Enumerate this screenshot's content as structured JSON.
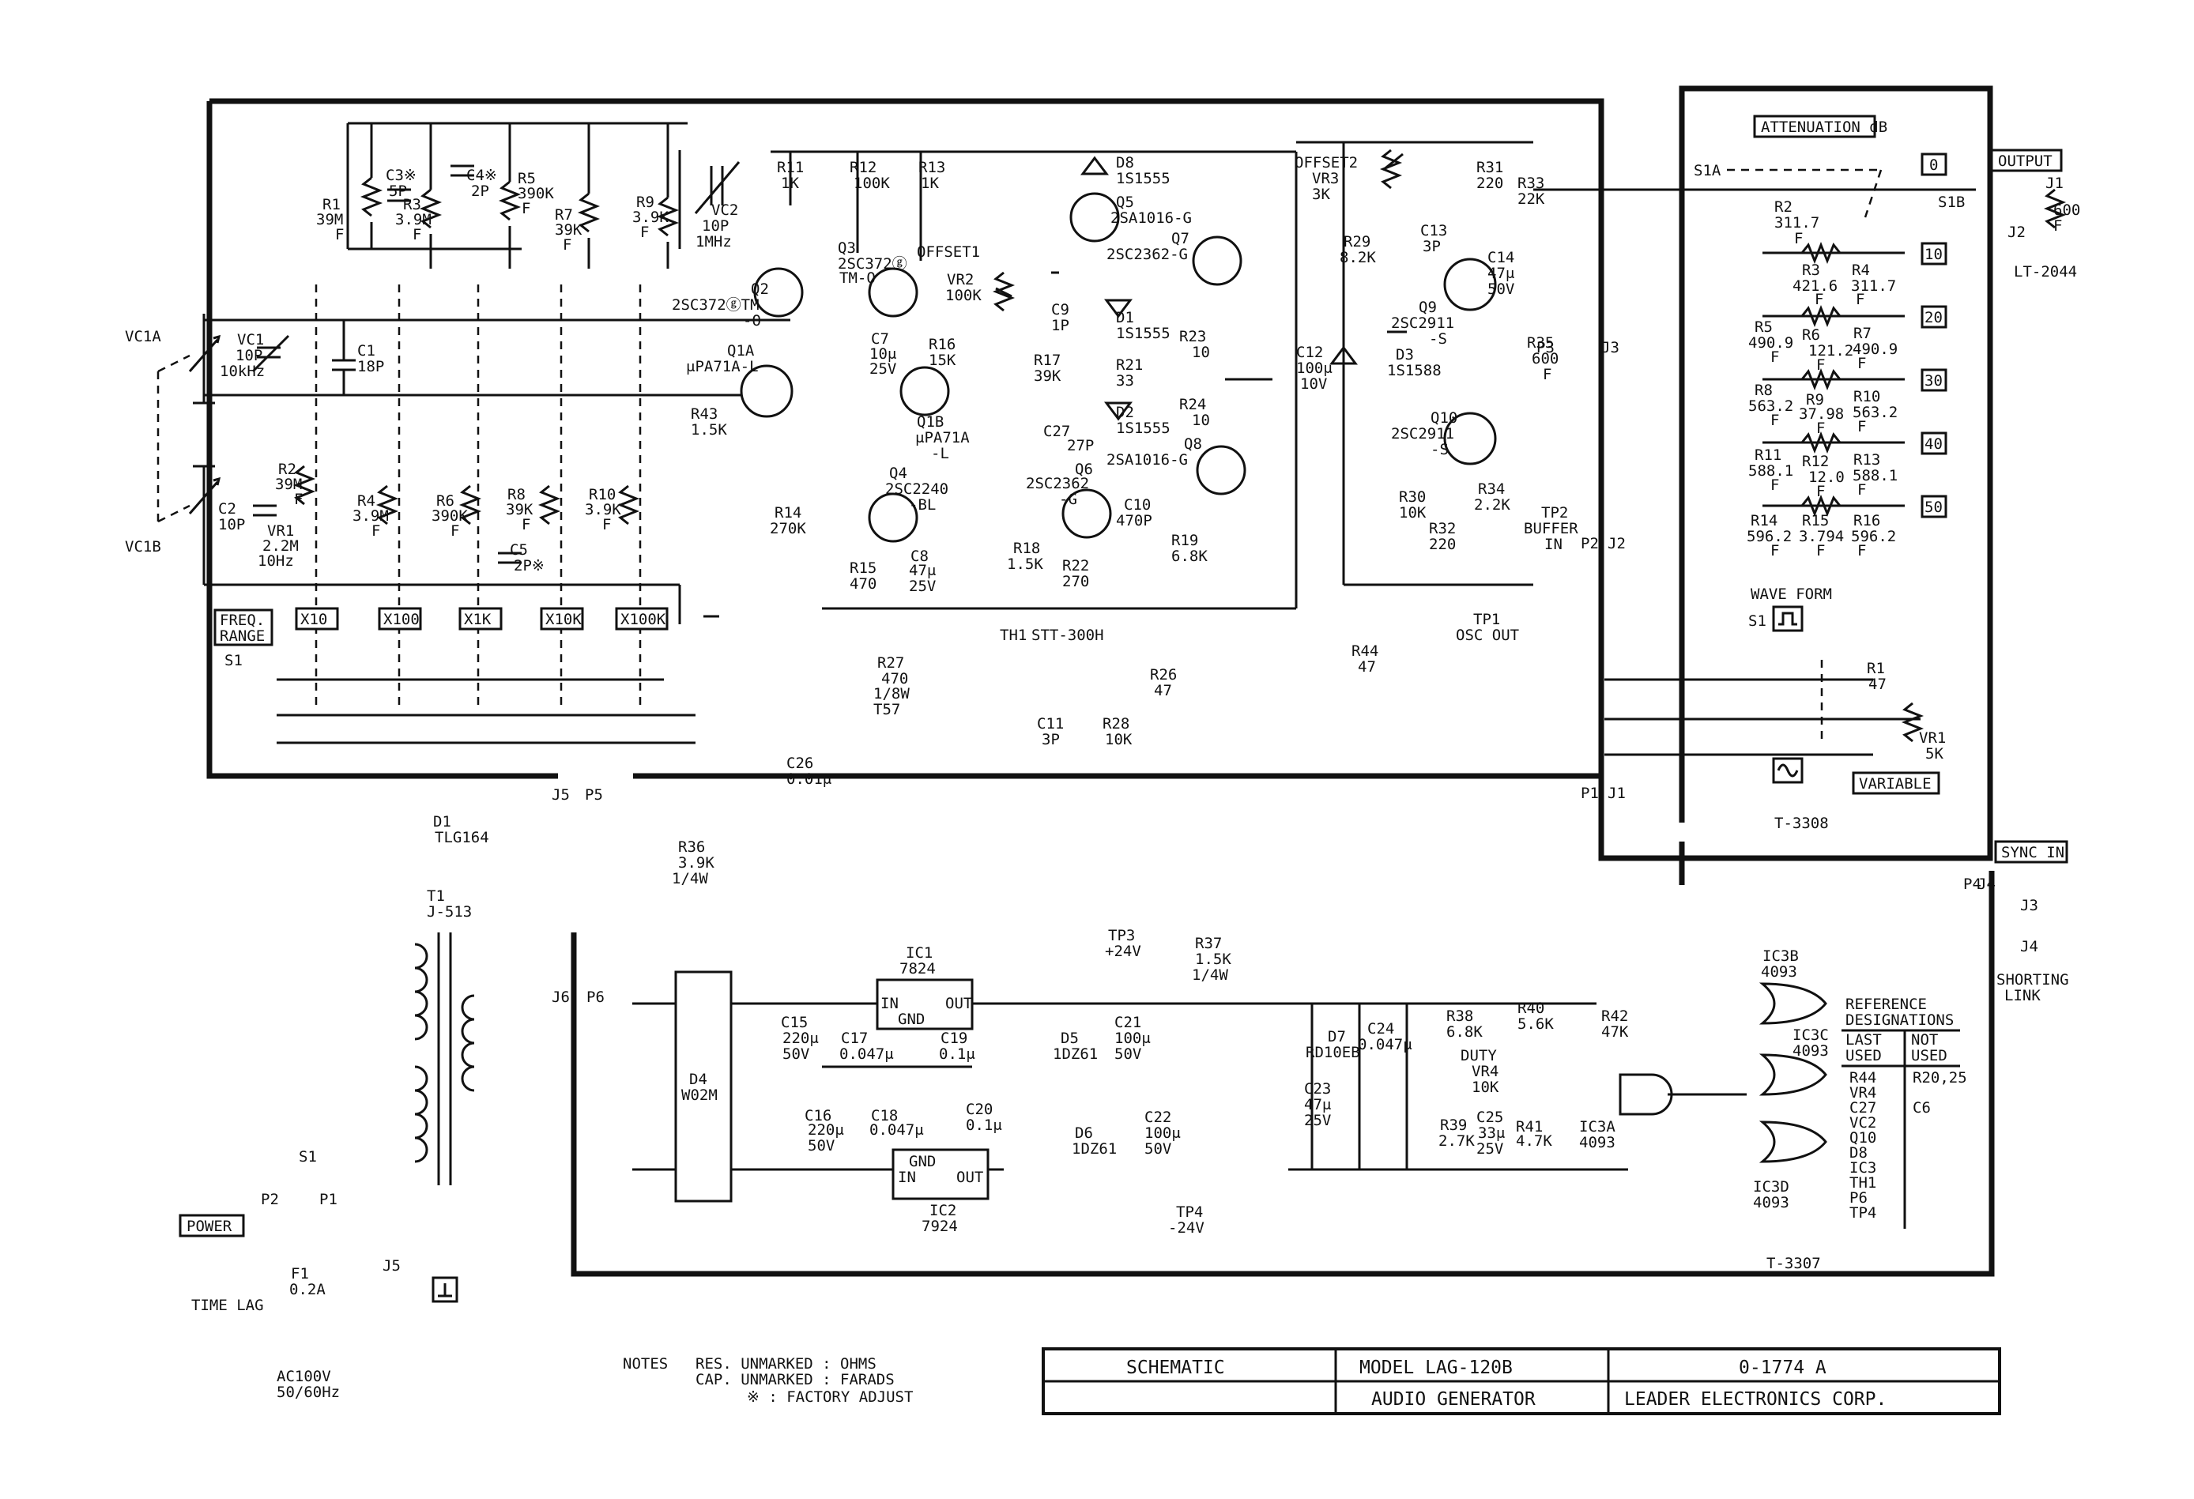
{
  "title_block": {
    "title": "SCHEMATIC",
    "model": "MODEL LAG-120B",
    "doc_number": "0-1774 A",
    "product": "AUDIO GENERATOR",
    "company": "LEADER ELECTRONICS CORP."
  },
  "boards": {
    "main": "T-3307",
    "attenuator": "T-3308"
  },
  "notes": {
    "heading": "NOTES",
    "line1": "RES. UNMARKED : OHMS",
    "line2": "CAP. UNMARKED : FARADS",
    "line3": "※ : FACTORY ADJUST"
  },
  "boxed_labels": {
    "freq_range_1": "FREQ.",
    "freq_range_2": "RANGE",
    "attenuation": "ATTENUATION dB",
    "output": "OUTPUT",
    "wave_form": "WAVE FORM",
    "variable": "VARIABLE",
    "sync_in": "SYNC IN",
    "power": "POWER"
  },
  "range_switches": [
    "X10",
    "X100",
    "X1K",
    "X10K",
    "X100K"
  ],
  "attenuation_steps": [
    "0",
    "10",
    "20",
    "30",
    "40",
    "50"
  ],
  "reference": {
    "title1": "REFERENCE",
    "title2": "DESIGNATIONS",
    "col1a": "LAST",
    "col1b": "USED",
    "col2a": "NOT",
    "col2b": "USED",
    "last_used": [
      "R44",
      "VR4",
      "C27",
      "VC2",
      "Q10",
      "D8",
      "IC3",
      "TH1",
      "P6",
      "TP4"
    ],
    "not_used": [
      "R20,25",
      "C6"
    ]
  },
  "labels": {
    "vc1a": "VC1A",
    "vc1b": "VC1B",
    "vc1": "VC1",
    "vc1v": "10P",
    "vc1f": "10kHz",
    "c1": "C1",
    "c1v": "18P",
    "c2": "C2",
    "c2v": "10P",
    "r1": "R1",
    "r1v": "39M",
    "r1f": "F",
    "c3": "C3※",
    "c3v": "5P",
    "r3": "R3",
    "r3v": "3.9M",
    "r3f": "F",
    "c4": "C4※",
    "c4v": "2P",
    "r5": "R5",
    "r5v": "390K",
    "r5f": "F",
    "r7": "R7",
    "r7v": "39K",
    "r7f": "F",
    "r9": "R9",
    "r9v": "3.9K",
    "r9f": "F",
    "vc2": "VC2",
    "vc2v": "10P",
    "vc2f": "1MHz",
    "r2": "R2",
    "r2v": "39M",
    "r2f": "F",
    "vr1": "VR1",
    "vr1v": "2.2M",
    "vr1f": "10Hz",
    "r4": "R4",
    "r4v": "3.9M",
    "r4f": "F",
    "r6": "R6",
    "r6v": "390K",
    "r6f": "F",
    "r8": "R8",
    "r8v": "39K",
    "r8f": "F",
    "c5": "C5",
    "c5v": "2P※",
    "r10": "R10",
    "r10v": "3.9K",
    "r10f": "F",
    "s1": "S1",
    "r11": "R11",
    "r11v": "1K",
    "r12": "R12",
    "r12v": "100K",
    "r13": "R13",
    "r13v": "1K",
    "q2": "Q2",
    "q2t": "2SC372ⓖTM",
    "q2s": "-O",
    "q3": "Q3",
    "q3t": "2SC372ⓖ",
    "q3s": "TM-O",
    "q1a": "Q1A",
    "q1at": "μPA71A-L",
    "q1b": "Q1B",
    "q1bt": "μPA71A",
    "q1bs": "-L",
    "c7": "C7",
    "c7v": "10μ",
    "c7w": "25V",
    "offset1": "OFFSET1",
    "vr2": "VR2",
    "vr2v": "100K",
    "r16": "R16",
    "r16v": "15K",
    "r43": "R43",
    "r43v": "1.5K",
    "q4": "Q4",
    "q4t": "2SC2240",
    "q4s": "-BL",
    "r14": "R14",
    "r14v": "270K",
    "r15": "R15",
    "r15v": "470",
    "c8": "C8",
    "c8v": "47μ",
    "c8w": "25V",
    "d8": "D8",
    "d8t": "1S1555",
    "q5": "Q5",
    "q5t": "2SA1016-G",
    "q7": "Q7",
    "q7t": "2SC2362-G",
    "c9": "C9",
    "c9v": "1P",
    "d1": "D1",
    "d1t": "1S1555",
    "r17": "R17",
    "r17v": "39K",
    "r21": "R21",
    "r21v": "33",
    "d2": "D2",
    "d2t": "1S1555",
    "c27": "C27",
    "c27v": "27P",
    "q6": "Q6",
    "q6t": "2SC2362",
    "q6s": "-G",
    "q8": "Q8",
    "q8t": "2SA1016-G",
    "r23": "R23",
    "r23v": "10",
    "r24": "R24",
    "r24v": "10",
    "c10": "C10",
    "c10v": "470P",
    "r19": "R19",
    "r19v": "6.8K",
    "r18": "R18",
    "r18v": "1.5K",
    "r22": "R22",
    "r22v": "270",
    "offset2": "OFFSET2",
    "vr3": "VR3",
    "vr3v": "3K",
    "r29": "R29",
    "r29v": "8.2K",
    "r31": "R31",
    "r31v": "220",
    "r33": "R33",
    "r33v": "22K",
    "c13": "C13",
    "c13v": "3P",
    "c14": "C14",
    "c14v": "47μ",
    "c14w": "50V",
    "q9": "Q9",
    "q9t": "2SC2911",
    "q9s": "-S",
    "c12": "C12",
    "c12v": "100μ",
    "c12w": "10V",
    "d3": "D3",
    "d3t": "1S1588",
    "q10": "Q10",
    "q10t": "2SC2911",
    "q10s": "-S",
    "r35": "R35",
    "r35v": "600",
    "r35f": "F",
    "r30": "R30",
    "r30v": "10K",
    "r34": "R34",
    "r34v": "2.2K",
    "r32": "R32",
    "r32v": "220",
    "tp2": "TP2",
    "tp2a": "BUFFER",
    "tp2b": "IN",
    "tp1": "TP1",
    "tp1a": "OSC OUT",
    "r27": "R27",
    "r27v": "470",
    "r27w": "1/8W",
    "r27x": "T57",
    "th1": "TH1",
    "th1t": "STT-300H",
    "r26": "R26",
    "r26v": "47",
    "r44": "R44",
    "r44v": "47",
    "c11": "C11",
    "c11v": "3P",
    "r28": "R28",
    "r28v": "10K",
    "c26": "C26",
    "c26v": "0.01μ",
    "s1a": "S1A",
    "s1b": "S1B",
    "j1": "J1",
    "j1v": "600",
    "j1f": "F",
    "j2": "J2",
    "j2t": "LT-2044",
    "ar2": "R2",
    "ar2v": "311.7",
    "ar2f": "F",
    "ar3": "R3",
    "ar3v": "421.6",
    "ar3f": "F",
    "ar4": "R4",
    "ar4v": "311.7",
    "ar4f": "F",
    "ar5": "R5",
    "ar5v": "490.9",
    "ar5f": "F",
    "ar6": "R6",
    "ar6v": "121.2",
    "ar6f": "F",
    "ar7": "R7",
    "ar7v": "490.9",
    "ar7f": "F",
    "ar8": "R8",
    "ar8v": "563.2",
    "ar8f": "F",
    "ar9": "R9",
    "ar9v": "37.98",
    "ar9f": "F",
    "ar10": "R10",
    "ar10v": "563.2",
    "ar10f": "F",
    "ar11": "R11",
    "ar11v": "588.1",
    "ar11f": "F",
    "ar12": "R12",
    "ar12v": "12.0",
    "ar12f": "F",
    "ar13": "R13",
    "ar13v": "588.1",
    "ar13f": "F",
    "ar14": "R14",
    "ar14v": "596.2",
    "ar14f": "F",
    "ar15": "R15",
    "ar15v": "3.794",
    "ar15f": "F",
    "ar16": "R16",
    "ar16v": "596.2",
    "ar16f": "F",
    "ws1": "S1",
    "ar1": "R1",
    "ar1v": "47",
    "avr1": "VR1",
    "avr1v": "5K",
    "p3": "P3",
    "j3": "J3",
    "p2": "P2",
    "j2c": "J2",
    "p1": "P1",
    "j1c": "J1",
    "p4": "P4",
    "j4": "J4",
    "j3s": "J3",
    "j4s": "J4",
    "shorting1": "SHORTING",
    "shorting2": "LINK",
    "d1p": "D1",
    "d1pt": "TLG164",
    "j5": "J5",
    "p5": "P5",
    "r36": "R36",
    "r36v": "3.9K",
    "r36w": "1/4W",
    "t1": "T1",
    "t1t": "J-513",
    "j6": "J6",
    "p6": "P6",
    "d4": "D4",
    "d4t": "W02M",
    "ic1": "IC1",
    "ic1t": "7824",
    "ic2": "IC2",
    "ic2t": "7924",
    "in": "IN",
    "out": "OUT",
    "gnd": "GND",
    "c15": "C15",
    "c15v": "220μ",
    "c15w": "50V",
    "c16": "C16",
    "c16v": "220μ",
    "c16w": "50V",
    "c17": "C17",
    "c17v": "0.047μ",
    "c18": "C18",
    "c18v": "0.047μ",
    "c19": "C19",
    "c19v": "0.1μ",
    "c20": "C20",
    "c20v": "0.1μ",
    "d5": "D5",
    "d5t": "1DZ61",
    "d6": "D6",
    "d6t": "1DZ61",
    "c21": "C21",
    "c21v": "100μ",
    "c21w": "50V",
    "c22": "C22",
    "c22v": "100μ",
    "c22w": "50V",
    "tp3": "TP3",
    "tp3v": "+24V",
    "tp4": "TP4",
    "tp4v": "-24V",
    "r37": "R37",
    "r37v": "1.5K",
    "r37w": "1/4W",
    "d7": "D7",
    "d7t": "RD10EB",
    "c23": "C23",
    "c23v": "47μ",
    "c23w": "25V",
    "c24": "C24",
    "c24v": "0.047μ",
    "r38": "R38",
    "r38v": "6.8K",
    "r40": "R40",
    "r40v": "5.6K",
    "duty": "DUTY",
    "vr4": "VR4",
    "vr4v": "10K",
    "r42": "R42",
    "r42v": "47K",
    "r39": "R39",
    "r39v": "2.7K",
    "c25": "C25",
    "c25v": "33μ",
    "c25w": "25V",
    "r41": "R41",
    "r41v": "4.7K",
    "ic3a": "IC3A",
    "ic3at": "4093",
    "ic3b": "IC3B",
    "ic3bt": "4093",
    "ic3c": "IC3C",
    "ic3ct": "4093",
    "ic3d": "IC3D",
    "ic3dt": "4093",
    "ps1": "S1",
    "pp2": "P2",
    "pp1": "P1",
    "f1": "F1",
    "f1v": "0.2A",
    "f1w": "TIME LAG",
    "ac1": "AC100V",
    "ac2": "50/60Hz",
    "j5g": "J5"
  }
}
